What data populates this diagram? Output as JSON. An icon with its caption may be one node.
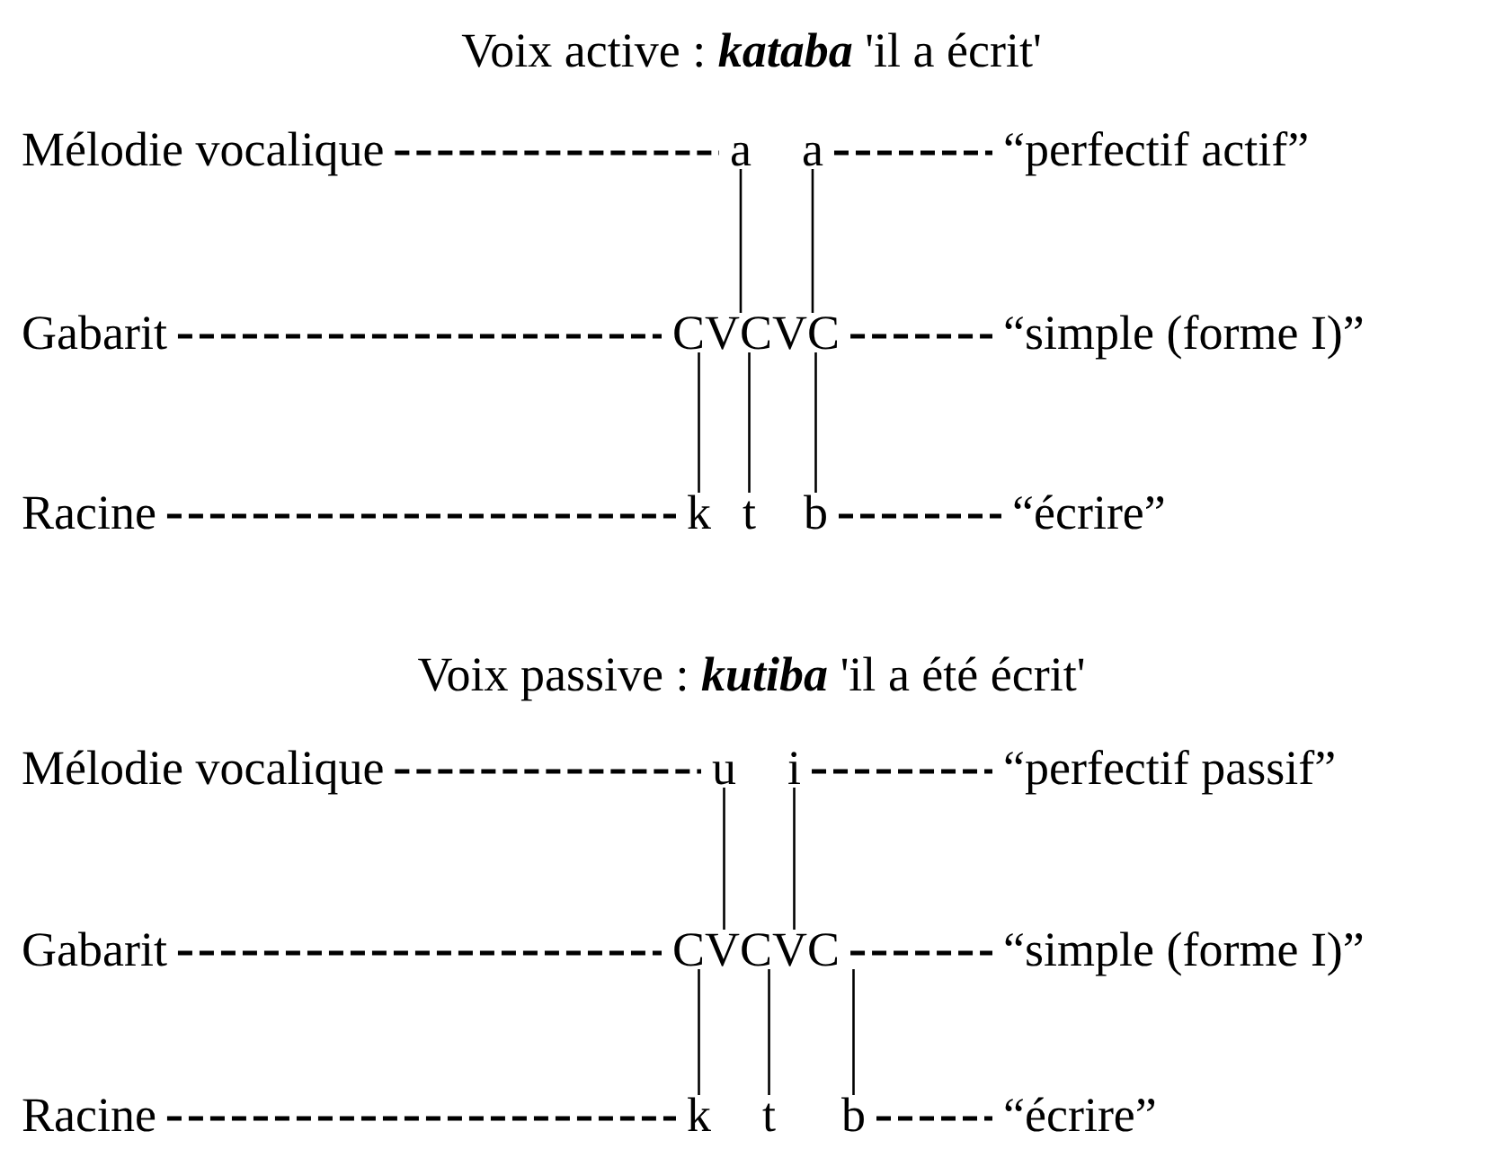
{
  "diagram": {
    "nodes": [
      {
        "text": [
          "Mélodie vocalique"
        ]
      },
      {
        "text": [
          "a"
        ]
      },
      {
        "text": [
          "a"
        ]
      },
      {
        "text": [
          "“perfectif actif”"
        ]
      },
      {
        "text": [
          "Gabarit"
        ]
      },
      {
        "text": [
          "CVCVC"
        ]
      },
      {
        "text": [
          "“simple (forme I)”"
        ]
      },
      {
        "text": [
          "Racine"
        ]
      },
      {
        "text": [
          "k"
        ]
      },
      {
        "text": [
          "t"
        ]
      },
      {
        "text": [
          "b"
        ]
      },
      {
        "text": [
          "“écrire”"
        ]
      },
      {
        "text": [
          "Mélodie vocalique"
        ]
      },
      {
        "text": [
          "u"
        ]
      },
      {
        "text": [
          "i"
        ]
      },
      {
        "text": [
          "“perfectif passif”"
        ]
      },
      {
        "text": [
          "Gabarit"
        ]
      },
      {
        "text": [
          "CVCVC"
        ]
      },
      {
        "text": [
          "“simple (forme I)”"
        ]
      },
      {
        "text": [
          "Racine"
        ]
      },
      {
        "text": [
          "k"
        ]
      },
      {
        "text": [
          "t"
        ]
      },
      {
        "text": [
          "b"
        ]
      },
      {
        "text": [
          "“écrire”"
        ]
      }
    ],
    "edges": [
      {
        "from": 0,
        "to": 1,
        "arrow": "none",
        "style": "dashed"
      },
      {
        "from": 2,
        "to": 3,
        "arrow": "none",
        "style": "dashed"
      },
      {
        "from": 1,
        "to": 5,
        "arrow": "none"
      },
      {
        "from": 2,
        "to": 5,
        "arrow": "none"
      },
      {
        "from": 4,
        "to": 5,
        "arrow": "none",
        "style": "dashed"
      },
      {
        "from": 5,
        "to": 6,
        "arrow": "none",
        "style": "dashed"
      },
      {
        "from": 5,
        "to": 8,
        "arrow": "none"
      },
      {
        "from": 5,
        "to": 9,
        "arrow": "none"
      },
      {
        "from": 5,
        "to": 10,
        "arrow": "none"
      },
      {
        "from": 7,
        "to": 8,
        "arrow": "none",
        "style": "dashed"
      },
      {
        "from": 10,
        "to": 11,
        "arrow": "none",
        "style": "dashed"
      },
      {
        "from": 12,
        "to": 13,
        "arrow": "none",
        "style": "dashed"
      },
      {
        "from": 14,
        "to": 15,
        "arrow": "none",
        "style": "dashed"
      },
      {
        "from": 13,
        "to": 17,
        "arrow": "none"
      },
      {
        "from": 14,
        "to": 17,
        "arrow": "none"
      },
      {
        "from": 16,
        "to": 17,
        "arrow": "none",
        "style": "dashed"
      },
      {
        "from": 17,
        "to": 18,
        "arrow": "none",
        "style": "dashed"
      },
      {
        "from": 17,
        "to": 20,
        "arrow": "none"
      },
      {
        "from": 17,
        "to": 21,
        "arrow": "none"
      },
      {
        "from": 17,
        "to": 22,
        "arrow": "none"
      },
      {
        "from": 19,
        "to": 20,
        "arrow": "none",
        "style": "dashed"
      },
      {
        "from": 22,
        "to": 23,
        "arrow": "none",
        "style": "dashed"
      }
    ],
    "labels": [
      "Voix active : **kataba** 'il a écrit'",
      "Voix passive : **kutiba** 'il a été écrit'"
    ]
  }
}
